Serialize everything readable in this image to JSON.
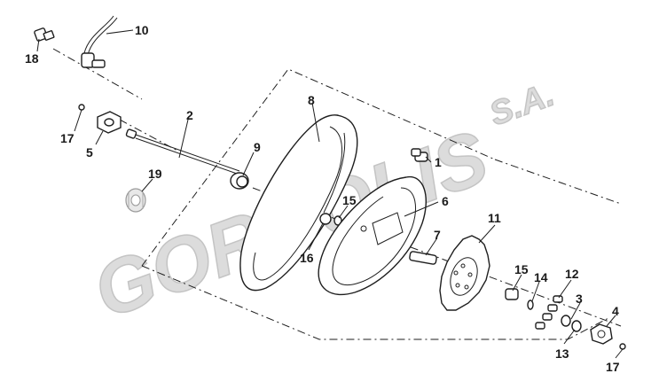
{
  "watermark": {
    "main": "GORGOLIS",
    "suffix": "S.A."
  },
  "callouts": [
    {
      "id": "c1",
      "label": "1"
    },
    {
      "id": "c2",
      "label": "2"
    },
    {
      "id": "c3",
      "label": "3"
    },
    {
      "id": "c4",
      "label": "4"
    },
    {
      "id": "c5",
      "label": "5"
    },
    {
      "id": "c6",
      "label": "6"
    },
    {
      "id": "c7",
      "label": "7"
    },
    {
      "id": "c8",
      "label": "8"
    },
    {
      "id": "c9",
      "label": "9"
    },
    {
      "id": "c10",
      "label": "10"
    },
    {
      "id": "c11",
      "label": "11"
    },
    {
      "id": "c12",
      "label": "12"
    },
    {
      "id": "c13",
      "label": "13"
    },
    {
      "id": "c14",
      "label": "14"
    },
    {
      "id": "c15a",
      "label": "15"
    },
    {
      "id": "c15b",
      "label": "15"
    },
    {
      "id": "c16",
      "label": "16"
    },
    {
      "id": "c17a",
      "label": "17"
    },
    {
      "id": "c17b",
      "label": "17"
    },
    {
      "id": "c18",
      "label": "18"
    },
    {
      "id": "c19",
      "label": "19"
    }
  ],
  "colors": {
    "line": "#1e1e1e",
    "watermark": "#dcdcdc"
  }
}
